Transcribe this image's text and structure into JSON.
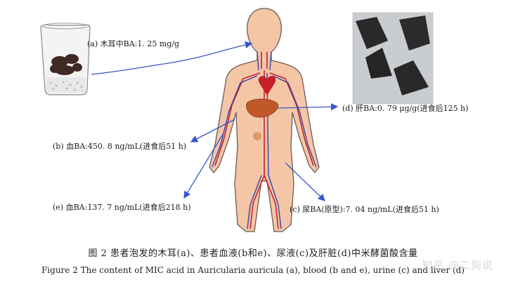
{
  "labels": {
    "a": "(a) 木耳中BA:1. 25 mg/g",
    "b": "(b) 血BA:450. 8 ng/mL(进食后51 h)",
    "c": "(c) 尿BA(原型):7. 04 ng/mL(进食后51 h)",
    "d": "(d) 肝BA:0. 79 μg/g(进食后125 h)",
    "e": "(e) 血BA:137. 7 ng/mL(进食后218 h)"
  },
  "caption": {
    "cn": "图 2   患者泡发的木耳(a)、患者血液(b和e)、尿液(c)及肝脏(d)中米酵菌酸含量",
    "en": "Figure 2    The content of MIC acid in Auricularia auricula (a), blood (b and e), urine (c) and liver (d)"
  },
  "watermark": "知乎 @二狗说",
  "colors": {
    "arrow": "#3a57c8",
    "skin": "#f5c6a6",
    "skin_outline": "#6b5a55",
    "artery": "#c8202a",
    "vein": "#3142a8",
    "liver": "#c0582a"
  }
}
